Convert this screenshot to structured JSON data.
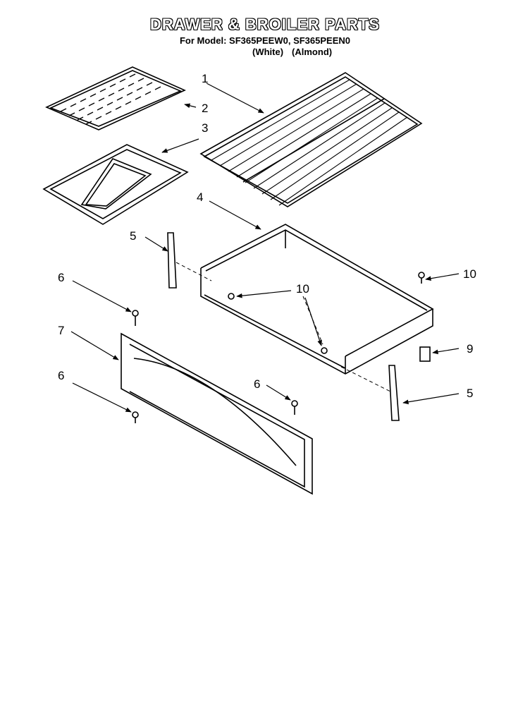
{
  "title": "DRAWER & BROILER PARTS",
  "model_line": "For Model: SF365PEEW0, SF365PEEN0",
  "variants": [
    "(White)",
    "(Almond)"
  ],
  "callouts": [
    "1",
    "2",
    "3",
    "4",
    "5",
    "6",
    "7",
    "6",
    "10",
    "10",
    "9",
    "6",
    "5"
  ]
}
